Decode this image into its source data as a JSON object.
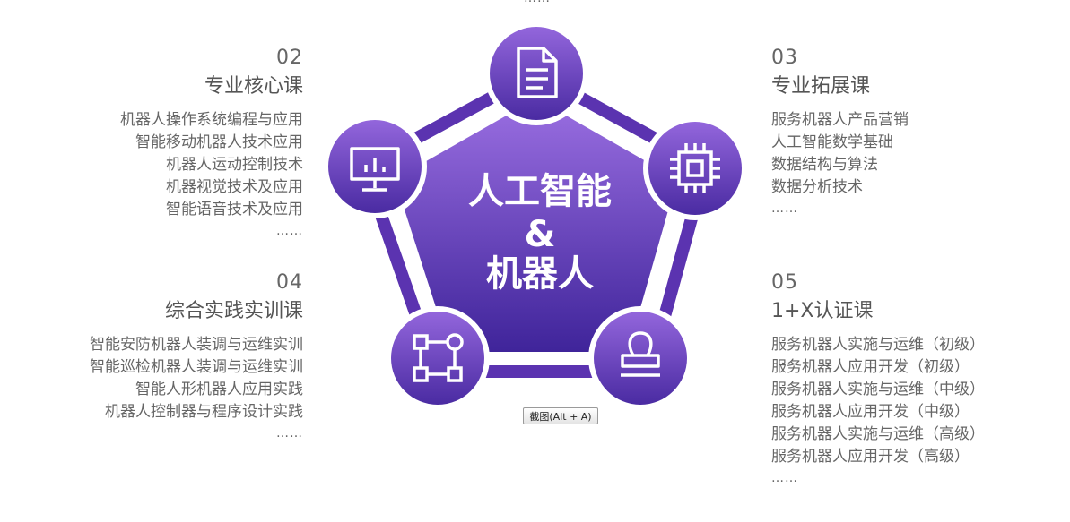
{
  "top_ellipsis": "……",
  "center": {
    "line1": "人工智能",
    "line2": "&",
    "line3": "机器人"
  },
  "nodes": [
    {
      "icon": "document-icon"
    },
    {
      "icon": "chip-icon"
    },
    {
      "icon": "stamp-icon"
    },
    {
      "icon": "workflow-icon"
    },
    {
      "icon": "monitor-chart-icon"
    }
  ],
  "colors": {
    "primary_dark": "#4d2a9e",
    "primary_light": "#9a6ee0",
    "ring": "#5b33b0"
  },
  "blocks": {
    "b02": {
      "num": "02",
      "title": "专业核心课",
      "items": [
        "机器人操作系统编程与应用",
        "智能移动机器人技术应用",
        "机器人运动控制技术",
        "机器视觉技术及应用",
        "智能语音技术及应用"
      ],
      "more": "……"
    },
    "b03": {
      "num": "03",
      "title": "专业拓展课",
      "items": [
        "服务机器人产品营销",
        "人工智能数学基础",
        "数据结构与算法",
        "数据分析技术"
      ],
      "more": "……"
    },
    "b04": {
      "num": "04",
      "title": "综合实践实训课",
      "items": [
        "智能安防机器人装调与运维实训",
        "智能巡检机器人装调与运维实训",
        "智能人形机器人应用实践",
        "机器人控制器与程序设计实践"
      ],
      "more": "……"
    },
    "b05": {
      "num": "05",
      "title": "1+X认证课",
      "items": [
        "服务机器人实施与运维（初级）",
        "服务机器人应用开发（初级）",
        "服务机器人实施与运维（中级）",
        "服务机器人应用开发（中级）",
        "服务机器人实施与运维（高级）",
        "服务机器人应用开发（高级）"
      ],
      "more": "……"
    }
  },
  "tooltip": "截图(Alt + A)"
}
